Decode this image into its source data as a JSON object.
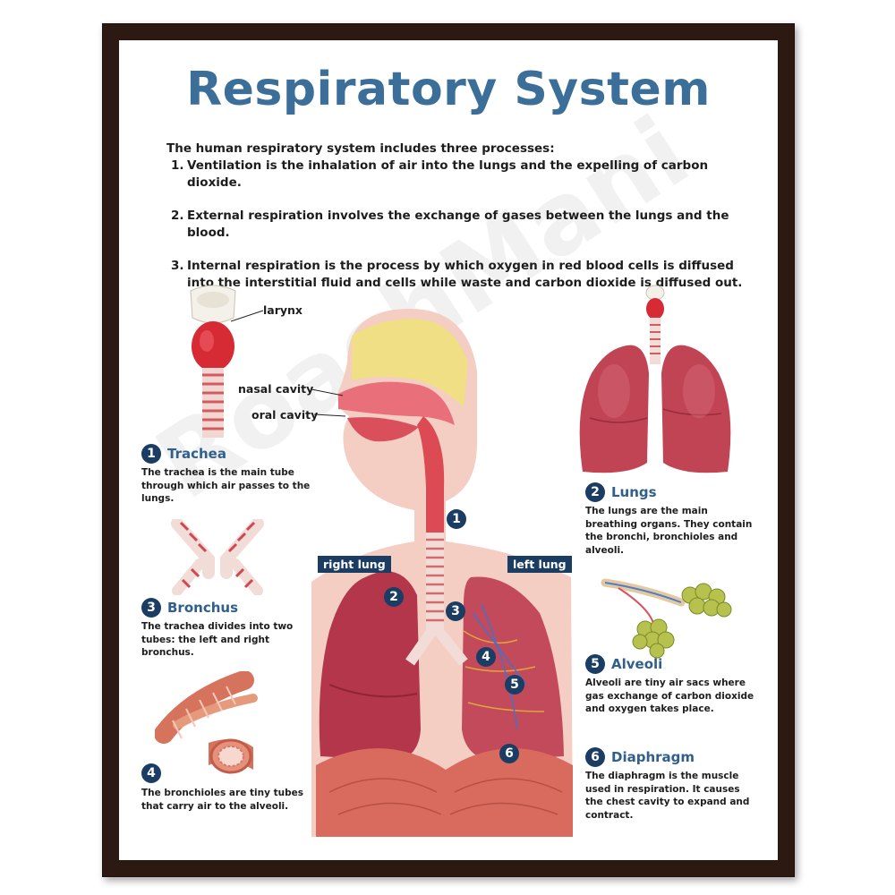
{
  "title": "Respiratory System",
  "intro": "The human respiratory system includes three processes:",
  "processes": [
    {
      "num": "1.",
      "text": "Ventilation is the inhalation of air into the lungs and the expelling of carbon dioxide."
    },
    {
      "num": "2.",
      "text": "External respiration involves the exchange of gases between the lungs and the blood."
    },
    {
      "num": "3.",
      "text": "Internal respiration is the process by which oxygen in red blood cells is diffused into the interstitial fluid and cells while waste and carbon dioxide is diffused out."
    }
  ],
  "parts": [
    {
      "num": "1",
      "name": "Trachea",
      "desc": "The trachea is the main tube through which air passes to the lungs."
    },
    {
      "num": "2",
      "name": "Lungs",
      "desc": "The lungs are the main breathing organs. They contain the bronchi, bronchioles and alveoli."
    },
    {
      "num": "3",
      "name": "Bronchus",
      "desc": "The trachea divides into two tubes: the left and right bronchus."
    },
    {
      "num": "4",
      "name": "",
      "desc": "The bronchioles are tiny tubes that carry air to the alveoli."
    },
    {
      "num": "5",
      "name": "Alveoli",
      "desc": "Alveoli are tiny air sacs where gas exchange of carbon dioxide and oxygen takes place."
    },
    {
      "num": "6",
      "name": "Diaphragm",
      "desc": "The diaphragm is the muscle used in respiration. It causes the chest cavity to expand and contract."
    }
  ],
  "labels": {
    "larynx": "larynx",
    "nasal_cavity": "nasal cavity",
    "oral_cavity": "oral cavity",
    "right_lung": "right lung",
    "left_lung": "left lung"
  },
  "watermark": "RoachMani",
  "colors": {
    "title": "#3b6e99",
    "badge": "#1c3d63",
    "frame": "#2c1a12",
    "lung": "#b83a4b",
    "skin": "#f2c2b8"
  }
}
